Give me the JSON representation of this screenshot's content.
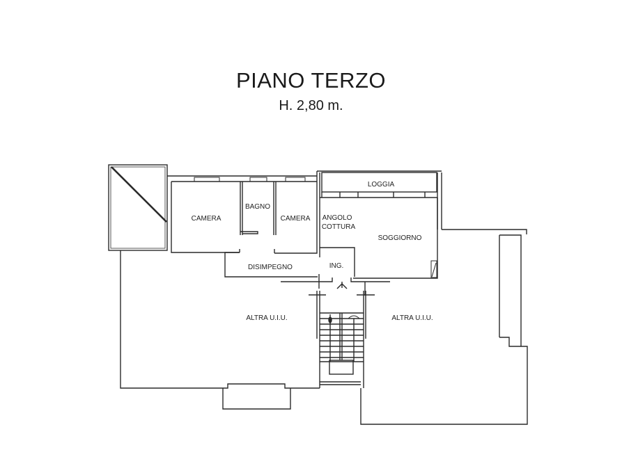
{
  "header": {
    "title": "PIANO TERZO",
    "subtitle": "H. 2,80 m."
  },
  "rooms": [
    {
      "id": "camera-1",
      "label": "CAMERA"
    },
    {
      "id": "bagno",
      "label": "BAGNO"
    },
    {
      "id": "camera-2",
      "label": "CAMERA"
    },
    {
      "id": "loggia",
      "label": "LOGGIA"
    },
    {
      "id": "angolo-cottura-1",
      "label": "ANGOLO"
    },
    {
      "id": "angolo-cottura-2",
      "label": "COTTURA"
    },
    {
      "id": "soggiorno",
      "label": "SOGGIORNO"
    },
    {
      "id": "disimpegno",
      "label": "DISIMPEGNO"
    },
    {
      "id": "ingresso",
      "label": "ING."
    },
    {
      "id": "altra-uiu-left",
      "label": "ALTRA U.I.U."
    },
    {
      "id": "altra-uiu-right",
      "label": "ALTRA U.I.U."
    }
  ],
  "colors": {
    "line": "#2a2a2a",
    "background": "#ffffff"
  }
}
